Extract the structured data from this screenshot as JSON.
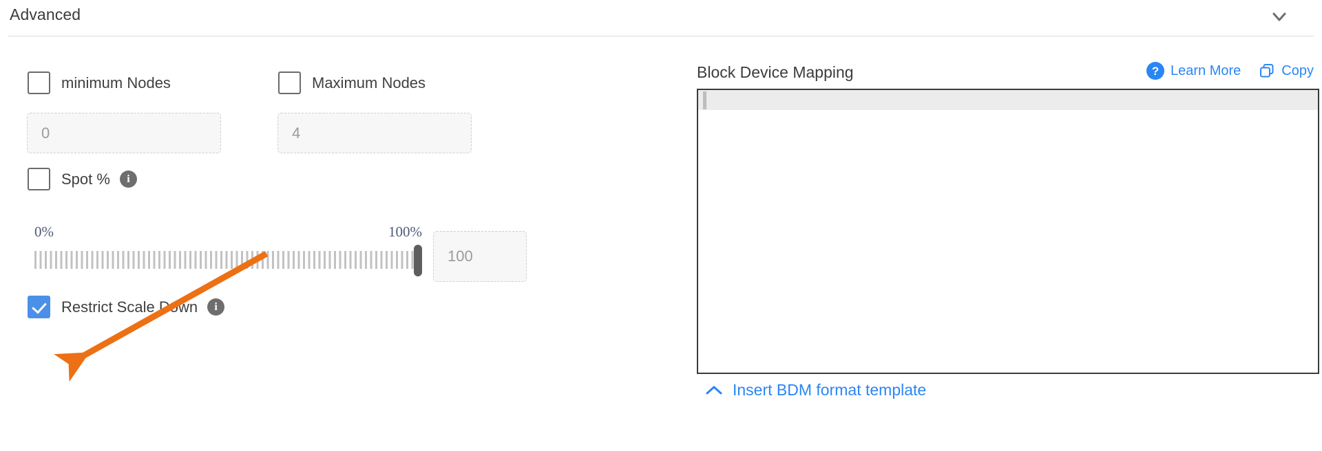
{
  "section": {
    "title": "Advanced",
    "toggle_icon": "chevron-down-icon"
  },
  "left_panel": {
    "min_nodes": {
      "checkbox_checked": false,
      "label": "minimum Nodes",
      "input_value": "",
      "input_placeholder": "0"
    },
    "max_nodes": {
      "checkbox_checked": false,
      "label": "Maximum Nodes",
      "input_value": "",
      "input_placeholder": "4"
    },
    "spot_percent": {
      "checkbox_checked": false,
      "label": "Spot %",
      "info_icon": "info-icon",
      "info_glyph": "i"
    },
    "spot_slider": {
      "min_label": "0%",
      "max_label": "100%",
      "min": 0,
      "max": 100,
      "value": 100,
      "value_input": "",
      "value_placeholder": "100"
    },
    "restrict_scale_down": {
      "checkbox_checked": true,
      "label": "Restrict Scale Down",
      "info_icon": "info-icon",
      "info_glyph": "i"
    }
  },
  "right_panel": {
    "title": "Block Device Mapping",
    "learn_more": {
      "icon": "help-question-icon",
      "icon_glyph": "?",
      "label": "Learn More"
    },
    "copy": {
      "icon": "copy-icon",
      "label": "Copy"
    },
    "editor": {
      "content": "",
      "active_line": 1
    },
    "insert_template": {
      "icon": "chevron-up-icon",
      "label": "Insert BDM format template"
    }
  },
  "annotation": {
    "type": "arrow",
    "color": "#ED7014",
    "points_to": "restrict-scale-down-checkbox"
  },
  "colors": {
    "accent_blue": "#2a86f5",
    "checkbox_checked": "#4a90e8",
    "annotation_orange": "#ED7014",
    "text_primary": "#3c3c3c",
    "slider_tick": "#c2c2c2",
    "slider_thumb": "#5e5e5e"
  }
}
